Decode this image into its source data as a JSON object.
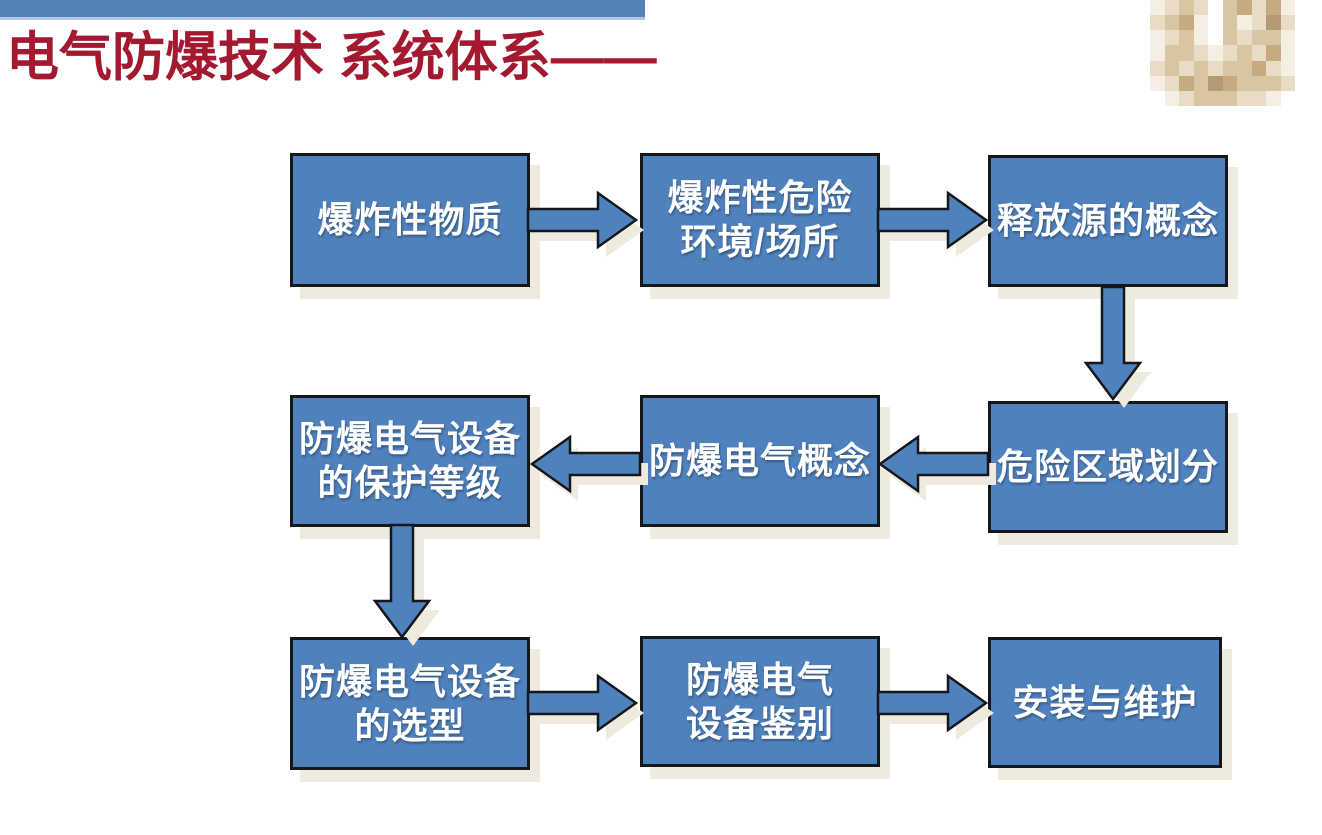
{
  "header": {
    "title": "电气防爆技术 系统体系——",
    "title_color": "#a31a30",
    "bar_color": "#5581b9",
    "bar_edge_color": "#afc4e0"
  },
  "page": {
    "background": "#ffffff"
  },
  "logo": {
    "description": "pixelated-tan-logo",
    "palette": [
      "#ffffff",
      "#f5efe3",
      "#e9dcc6",
      "#d8c5a1",
      "#c6ab80",
      "#b49a72"
    ],
    "grid": [
      [
        1,
        2,
        3,
        2,
        0,
        3,
        4,
        2,
        4,
        1
      ],
      [
        2,
        3,
        4,
        1,
        0,
        3,
        1,
        2,
        5,
        2
      ],
      [
        1,
        2,
        3,
        1,
        0,
        3,
        2,
        3,
        3,
        1
      ],
      [
        1,
        3,
        3,
        2,
        1,
        2,
        3,
        2,
        4,
        1
      ],
      [
        2,
        3,
        2,
        3,
        2,
        3,
        3,
        4,
        2,
        1
      ],
      [
        1,
        2,
        4,
        3,
        5,
        4,
        3,
        3,
        3,
        2
      ],
      [
        0,
        1,
        2,
        3,
        3,
        3,
        2,
        2,
        1,
        0
      ]
    ]
  },
  "diagram": {
    "colors": {
      "box_fill": "#4f81bd",
      "box_border": "#14171c",
      "arrow_fill": "#4f81bd",
      "shadow": "#eeeade",
      "text": "#ffffff"
    },
    "nodes": [
      {
        "name": "explosive-substances",
        "lines": [
          "爆炸性物质"
        ]
      },
      {
        "name": "hazardous-environment",
        "lines": [
          "爆炸性危险",
          "环境/场所"
        ]
      },
      {
        "name": "release-source-concept",
        "lines": [
          "释放源的概念"
        ]
      },
      {
        "name": "equipment-protection-level",
        "lines": [
          "防爆电气设备",
          "的保护等级"
        ]
      },
      {
        "name": "exproof-electrical-concept",
        "lines": [
          "防爆电气概念"
        ]
      },
      {
        "name": "hazard-zone-classification",
        "lines": [
          "危险区域划分"
        ]
      },
      {
        "name": "equipment-selection",
        "lines": [
          "防爆电气设备",
          "的选型"
        ]
      },
      {
        "name": "equipment-identification",
        "lines": [
          "防爆电气",
          "设备鉴别"
        ]
      },
      {
        "name": "installation-maintenance",
        "lines": [
          "安装与维护"
        ]
      }
    ],
    "edges": [
      {
        "from": "爆炸性物质",
        "to": "爆炸性危险环境/场所",
        "direction": "right"
      },
      {
        "from": "爆炸性危险环境/场所",
        "to": "释放源的概念",
        "direction": "right"
      },
      {
        "from": "释放源的概念",
        "to": "危险区域划分",
        "direction": "down"
      },
      {
        "from": "危险区域划分",
        "to": "防爆电气概念",
        "direction": "left"
      },
      {
        "from": "防爆电气概念",
        "to": "防爆电气设备的保护等级",
        "direction": "left"
      },
      {
        "from": "防爆电气设备的保护等级",
        "to": "防爆电气设备的选型",
        "direction": "down"
      },
      {
        "from": "防爆电气设备的选型",
        "to": "防爆电气设备鉴别",
        "direction": "right"
      },
      {
        "from": "防爆电气设备鉴别",
        "to": "安装与维护",
        "direction": "right"
      }
    ]
  }
}
